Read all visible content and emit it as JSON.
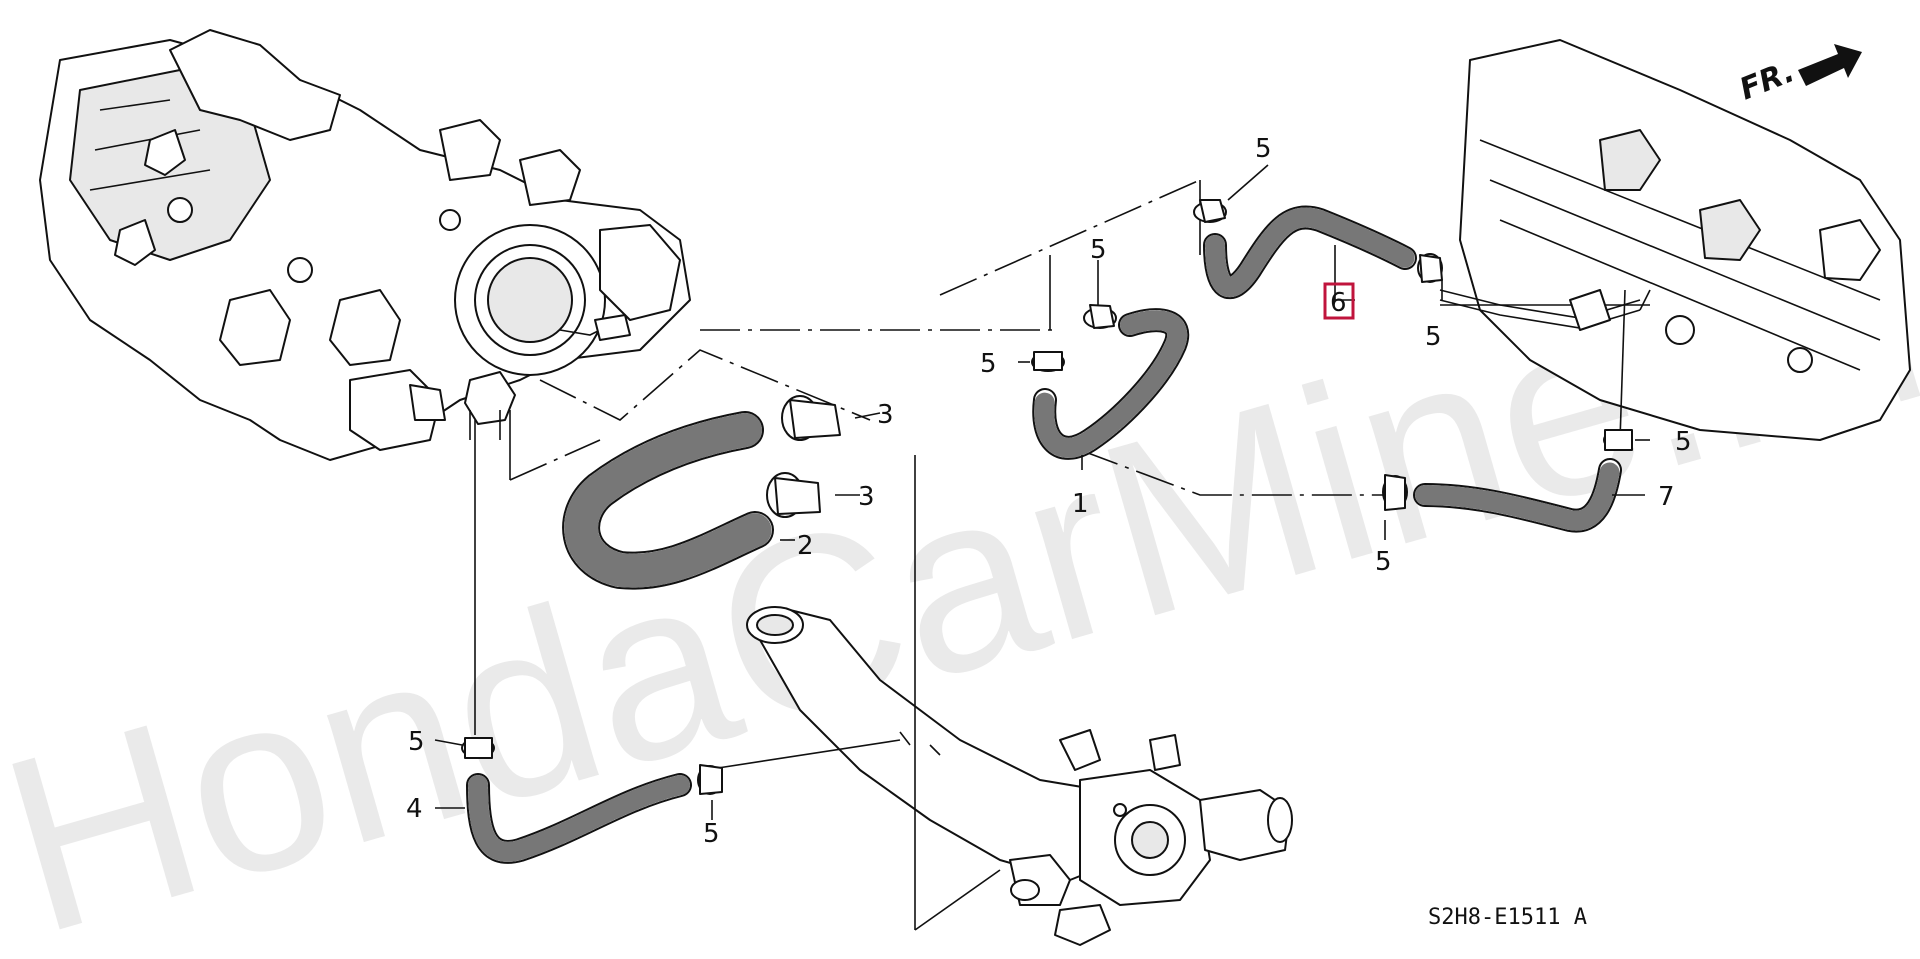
{
  "watermark": "HondaCarMine.ru",
  "direction_marker": "FR.",
  "diagram_code": "S2H8-E1511 A",
  "highlight_color": "#c0143c",
  "callouts": [
    {
      "id": "callout-1",
      "text": "1"
    },
    {
      "id": "callout-2",
      "text": "2"
    },
    {
      "id": "callout-3a",
      "text": "3"
    },
    {
      "id": "callout-3b",
      "text": "3"
    },
    {
      "id": "callout-4",
      "text": "4"
    },
    {
      "id": "callout-5a",
      "text": "5"
    },
    {
      "id": "callout-5b",
      "text": "5"
    },
    {
      "id": "callout-5c",
      "text": "5"
    },
    {
      "id": "callout-5d",
      "text": "5"
    },
    {
      "id": "callout-5e",
      "text": "5"
    },
    {
      "id": "callout-5f",
      "text": "5"
    },
    {
      "id": "callout-5g",
      "text": "5"
    },
    {
      "id": "callout-5h",
      "text": "5"
    },
    {
      "id": "callout-6",
      "text": "6",
      "highlighted": true
    },
    {
      "id": "callout-7",
      "text": "7"
    }
  ]
}
